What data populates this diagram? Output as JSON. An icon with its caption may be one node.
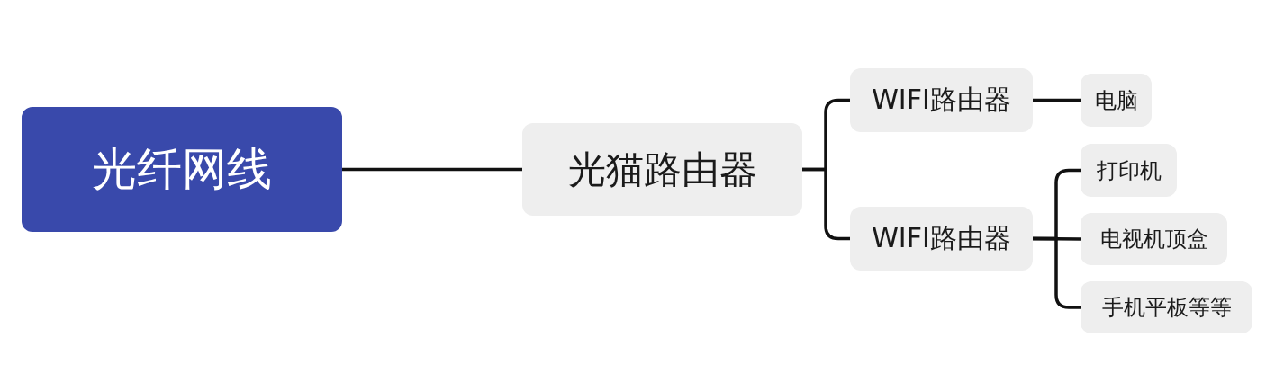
{
  "diagram": {
    "nodes": [
      {
        "text": [
          "光纤网线"
        ]
      },
      {
        "text": [
          "光猫路由器"
        ]
      },
      {
        "text": [
          "WIFI路由器"
        ]
      },
      {
        "text": [
          "WIFI路由器"
        ]
      },
      {
        "text": [
          "电脑"
        ]
      },
      {
        "text": [
          "打印机"
        ]
      },
      {
        "text": [
          "电视机顶盒"
        ]
      },
      {
        "text": [
          "手机平板等等"
        ]
      }
    ],
    "edges": [
      {
        "from": 0,
        "to": 1,
        "arrow": "none"
      },
      {
        "from": 1,
        "to": 2,
        "arrow": "none"
      },
      {
        "from": 1,
        "to": 3,
        "arrow": "none"
      },
      {
        "from": 2,
        "to": 4,
        "arrow": "none"
      },
      {
        "from": 3,
        "to": 5,
        "arrow": "none"
      },
      {
        "from": 3,
        "to": 6,
        "arrow": "none"
      },
      {
        "from": 3,
        "to": 7,
        "arrow": "none"
      }
    ]
  }
}
